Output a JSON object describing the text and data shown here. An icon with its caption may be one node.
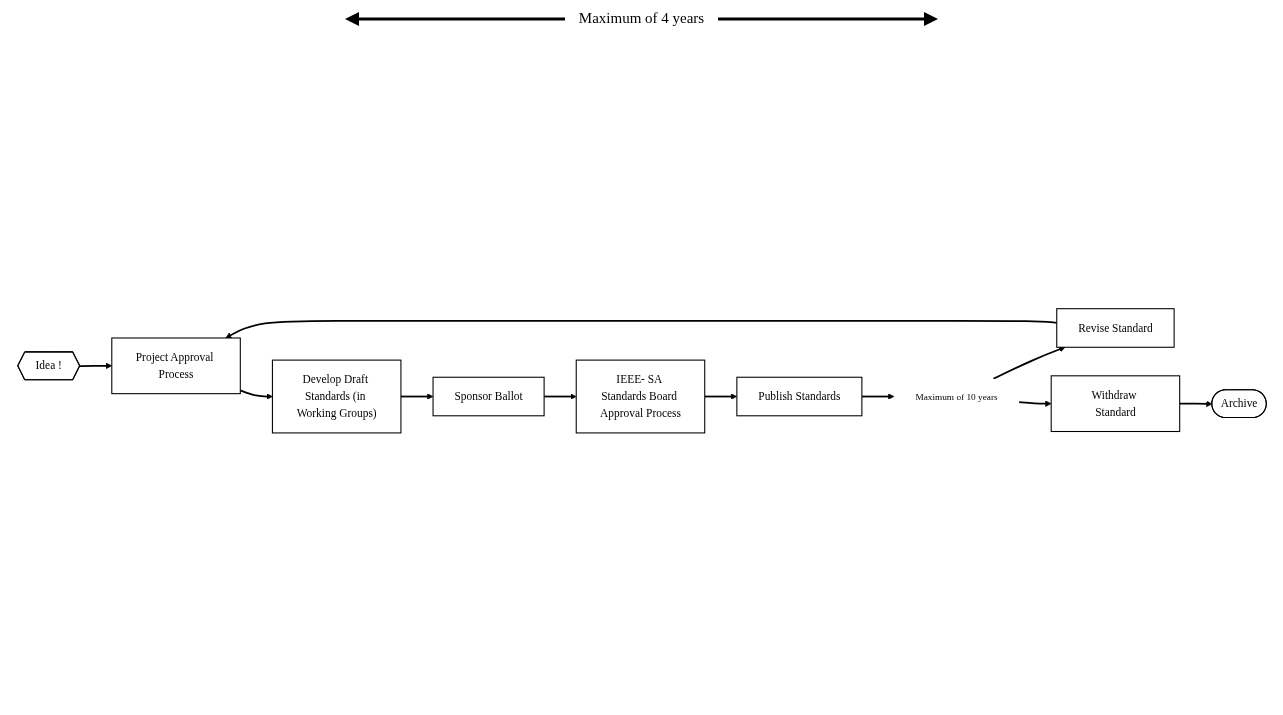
{
  "diagram": {
    "nodes": [
      {
        "text": [
          "Idea !"
        ]
      },
      {
        "text": [
          "Project Approval Process"
        ]
      },
      {
        "text": [
          "Develop Draft Standards (in Working Groups)"
        ]
      },
      {
        "text": [
          "Sponsor Ballot"
        ]
      },
      {
        "text": [
          "IEEE- SA Standards Board Approval Process"
        ]
      },
      {
        "text": [
          "Publish Standards"
        ]
      },
      {
        "text": [
          "Revise Standard"
        ]
      },
      {
        "text": [
          "Withdraw Standard"
        ]
      },
      {
        "text": [
          "Archive"
        ]
      },
      {
        "text": [
          "Maximum of 10 years"
        ]
      }
    ],
    "edges": [
      {
        "from": 0,
        "to": 1,
        "arrow": "to"
      },
      {
        "from": 1,
        "to": 2,
        "arrow": "to"
      },
      {
        "from": 2,
        "to": 3,
        "arrow": "to"
      },
      {
        "from": 3,
        "to": 4,
        "arrow": "to"
      },
      {
        "from": 4,
        "to": 5,
        "arrow": "to"
      },
      {
        "from": 5,
        "to": 9,
        "arrow": "to"
      },
      {
        "from": 9,
        "to": 6,
        "arrow": "to"
      },
      {
        "from": 9,
        "to": 7,
        "arrow": "to"
      },
      {
        "from": 6,
        "to": 1,
        "arrow": "to"
      },
      {
        "from": 7,
        "to": 8,
        "arrow": "to"
      }
    ],
    "labels": [
      "Maximum of 4 years"
    ]
  }
}
